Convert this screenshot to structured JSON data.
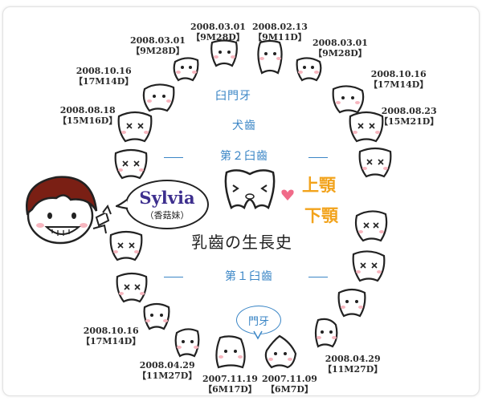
{
  "profile": {
    "name": "Sylvia",
    "nickname": "（香菇妹）"
  },
  "title": "乳齒の生長史",
  "jaw_labels": {
    "upper": "上顎",
    "lower": "下顎"
  },
  "tooth_types": {
    "molar": "臼門牙",
    "canine": "犬齒",
    "second_molar": "第２臼齒",
    "first_molar": "第１臼齒",
    "incisor": "門牙"
  },
  "dates": [
    {
      "date": "2008.03.01",
      "age": "【9M28D】"
    },
    {
      "date": "2008.02.13",
      "age": "【9M11D】"
    },
    {
      "date": "2008.03.01",
      "age": "【9M28D】"
    },
    {
      "date": "2008.03.01",
      "age": "【9M28D】"
    },
    {
      "date": "2008.10.16",
      "age": "【17M14D】"
    },
    {
      "date": "2008.10.16",
      "age": "【17M14D】"
    },
    {
      "date": "2008.08.18",
      "age": "【15M16D】"
    },
    {
      "date": "2008.08.23",
      "age": "【15M21D】"
    },
    {
      "date": "2008.10.16",
      "age": "【17M14D】"
    },
    {
      "date": "2008.04.29",
      "age": "【11M27D】"
    },
    {
      "date": "2007.11.19",
      "age": "【6M17D】"
    },
    {
      "date": "2007.11.09",
      "age": "【6M7D】"
    },
    {
      "date": "2008.04.29",
      "age": "【11M27D】"
    }
  ],
  "colors": {
    "label_blue": "#3b86c6",
    "jaw_orange": "#f2a31c",
    "name_purple": "#3d2f8e",
    "cheek_pink": "#f7b6bf",
    "heart_pink": "#f06a88",
    "hair_brown": "#7a1f14"
  }
}
